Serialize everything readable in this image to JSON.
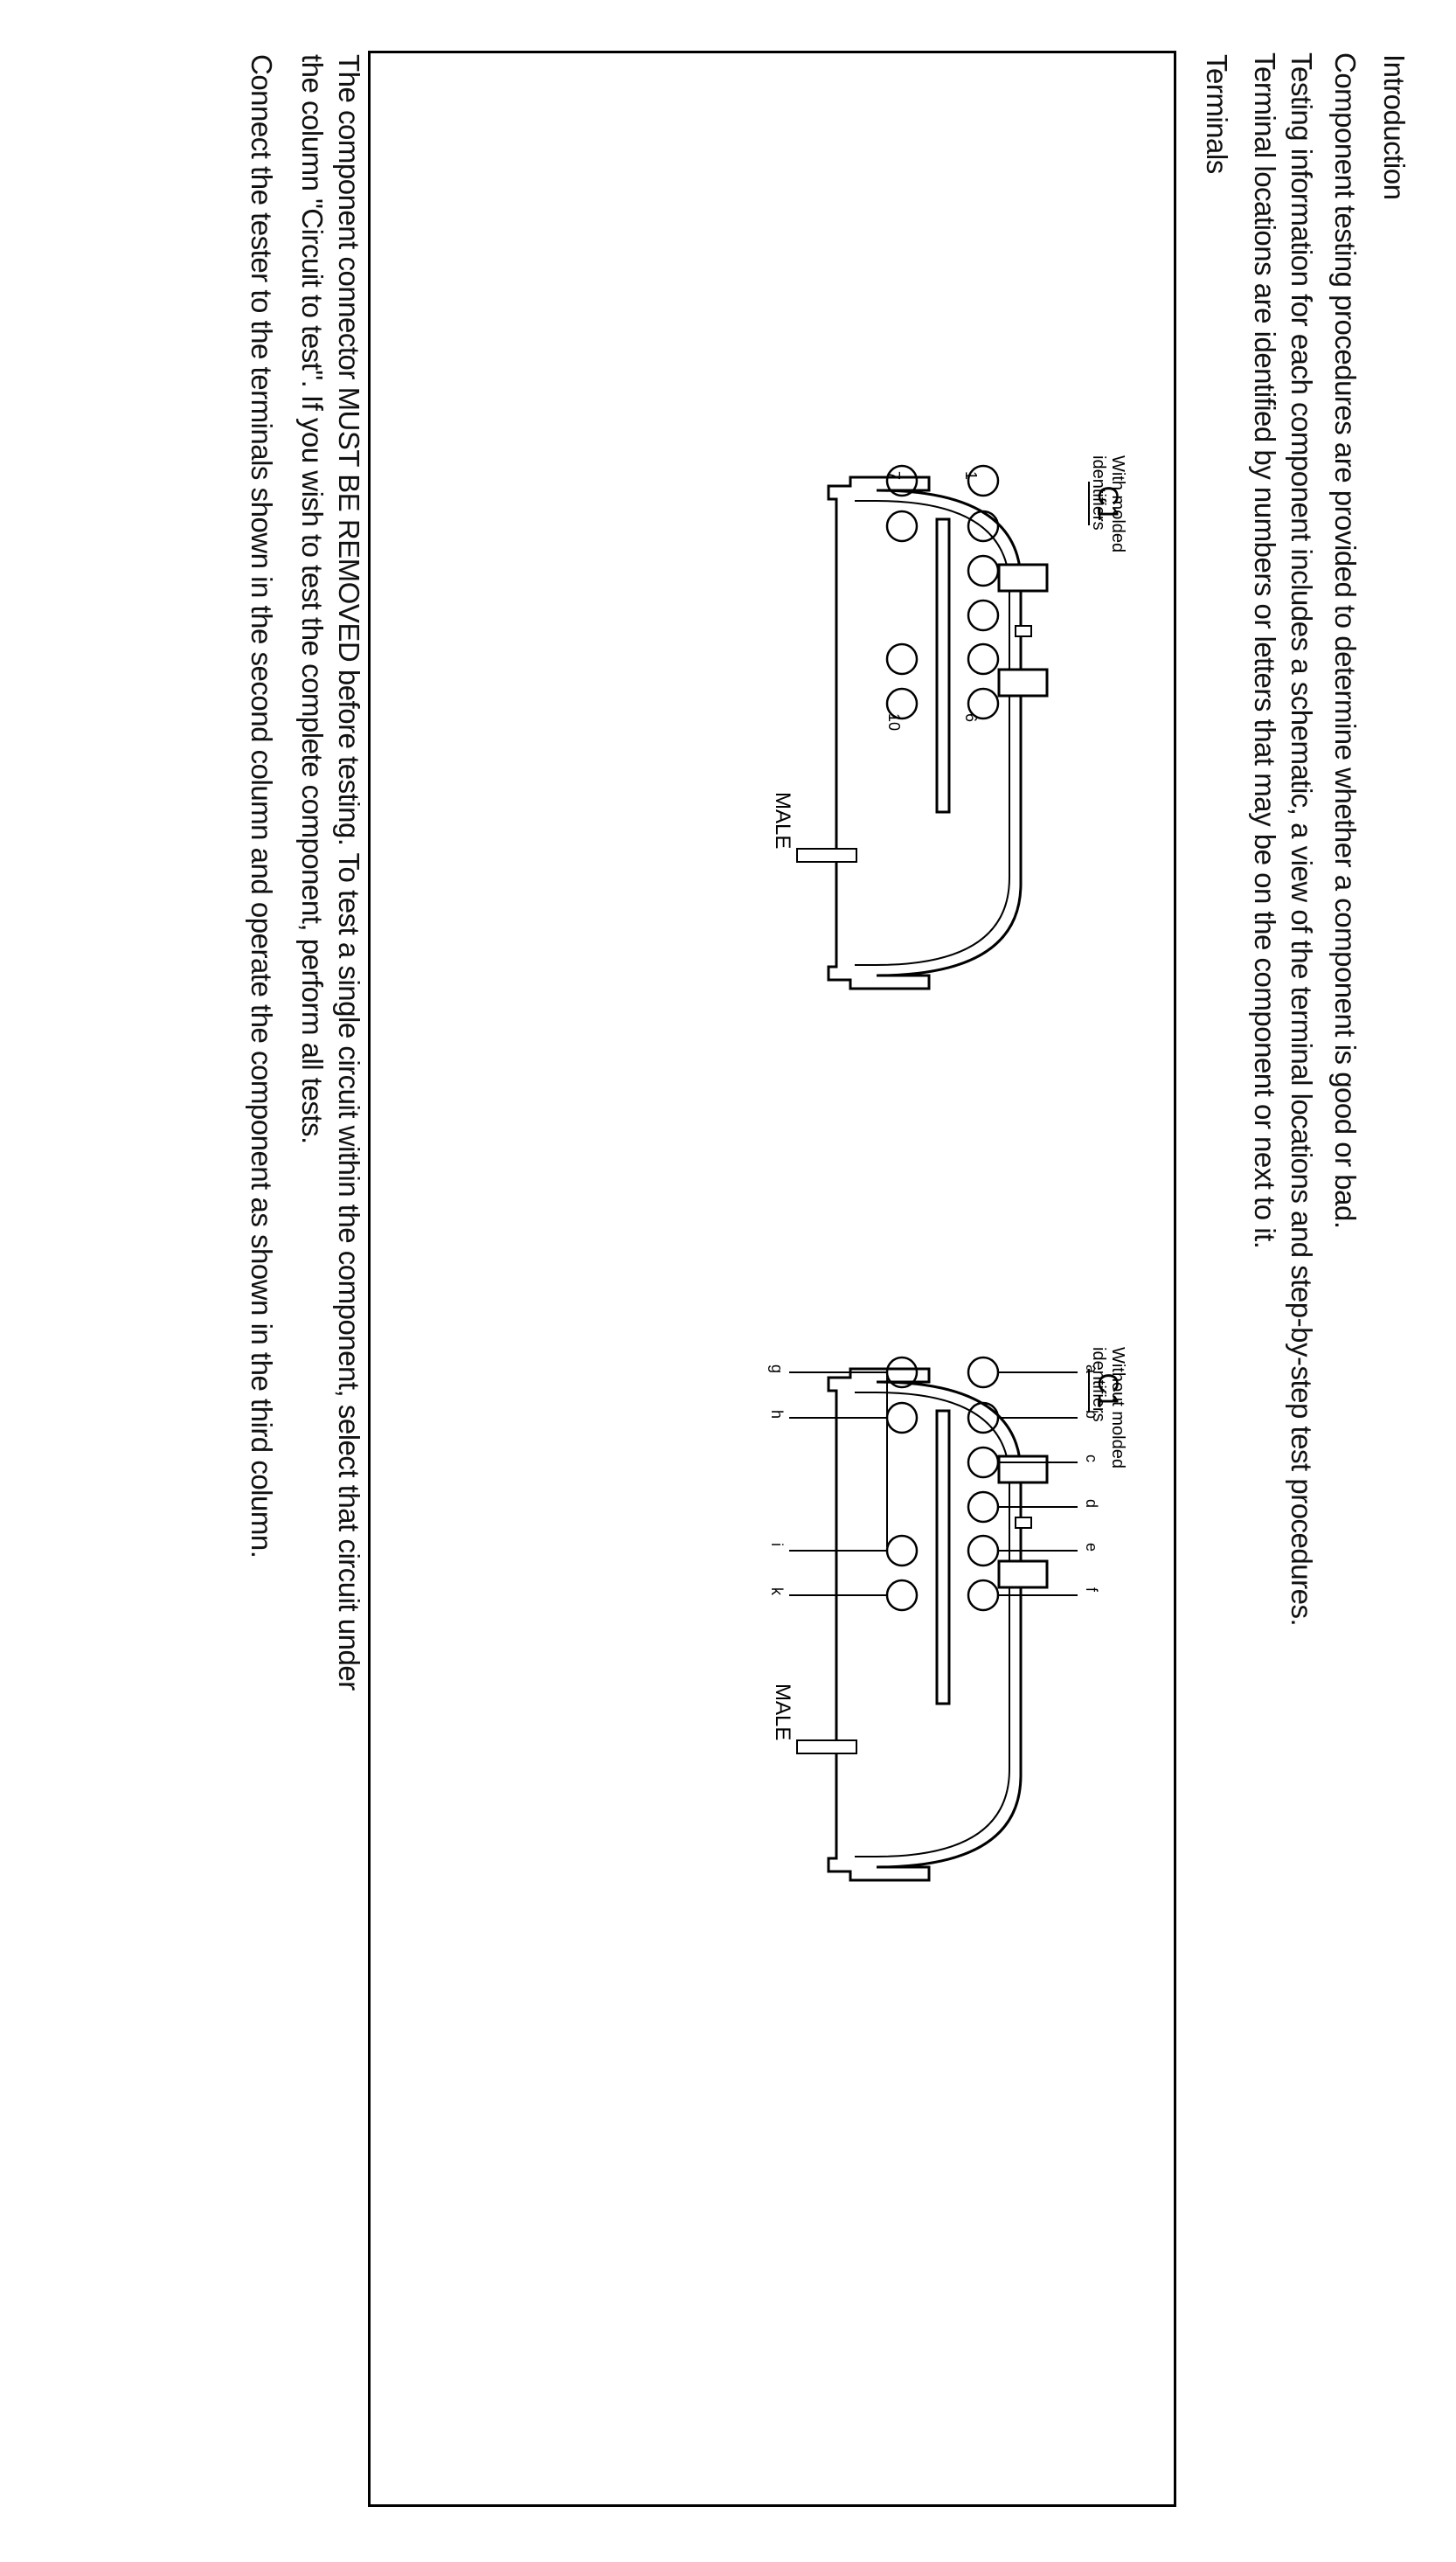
{
  "intro": {
    "heading": "Introduction",
    "line1": "Component testing procedures are provided to determine whether a component is good or bad.",
    "line2": "Testing information for each component includes a schematic, a view of the terminal locations and step-by-step test procedures.",
    "line3": "Terminal locations are identified by numbers or letters that may be on the component or next to it."
  },
  "terminals": {
    "heading": "Terminals"
  },
  "connector_left": {
    "id": "C1",
    "caption_line1": "With molded",
    "caption_line2": "identifiers",
    "gender": "MALE",
    "pin_label_1": "1",
    "pin_label_6": "6",
    "pin_label_7": "7",
    "pin_label_10": "10"
  },
  "connector_right": {
    "id": "C1",
    "caption_line1": "Without molded",
    "caption_line2": "identifiers",
    "gender": "MALE",
    "top_pins": [
      "a",
      "b",
      "c",
      "d",
      "e",
      "f"
    ],
    "bottom_pins": [
      "g",
      "h",
      "i",
      "k"
    ]
  },
  "footer": {
    "line1": "The component connector MUST BE REMOVED before testing. To test a single circuit within the component, select that circuit under",
    "line2": "the column \"Circuit to test\". If you wish to test the complete component, perform all tests.",
    "line3": "Connect the tester to the terminals shown in the second column and operate the component as shown in the third column."
  }
}
